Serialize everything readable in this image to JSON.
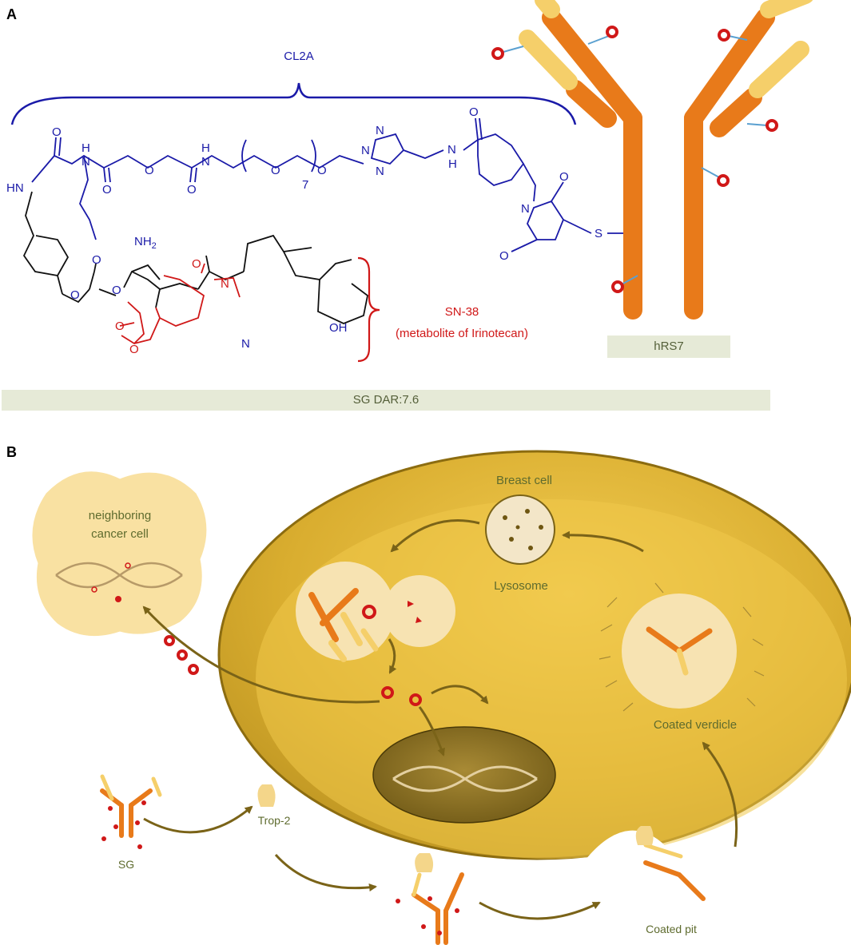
{
  "panel_a": {
    "letter": "A",
    "linker_label": "CL2A",
    "payload_label_1": "SN-38",
    "payload_label_2": "(metabolite of Irinotecan)",
    "antibody_label": "hRS7",
    "bar_text": "SG   DAR:7.6",
    "atoms": {
      "O": "O",
      "N": "N",
      "NH": "NH",
      "HN": "HN",
      "H": "H",
      "NH2": "NH",
      "sub2": "2",
      "S": "S",
      "OH": "OH",
      "n7": "7"
    }
  },
  "panel_b": {
    "letter": "B",
    "neighbor_cell": [
      "neighboring",
      "cancer cell"
    ],
    "breast_cell": "Breast cell",
    "lysosome": "Lysosome",
    "coated_vesicle": "Coated verdicle",
    "trop2": "Trop-2",
    "sg": "SG",
    "coated_pit": "Coated pit"
  },
  "colors": {
    "linker_blue": "#1a1aa8",
    "payload_red": "#d01818",
    "antibody_dark": "#e87a1a",
    "antibody_light": "#f5cf6a",
    "cell_gold": "#d4a82a",
    "label_olive": "#5e6b2e",
    "bar_bg": "#e6ead7"
  }
}
